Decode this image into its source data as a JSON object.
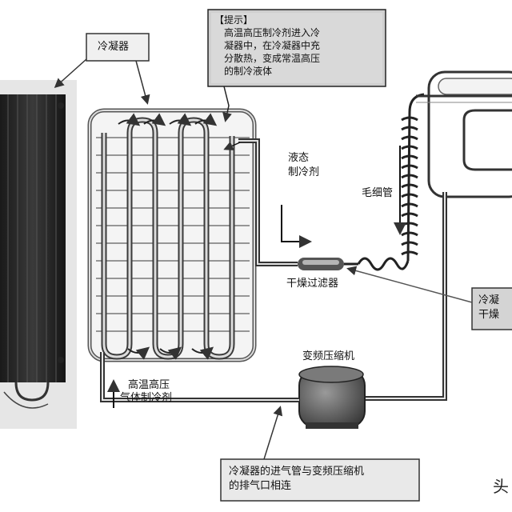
{
  "tip_box": {
    "title": "【提示】",
    "lines": [
      "高温高压制冷剂进入冷",
      "凝器中，在冷凝器中充",
      "分散热，变成常温高压",
      "的制冷液体"
    ]
  },
  "labels": {
    "condenser": "冷凝器",
    "liquid_refrigerant": [
      "液态",
      "制冷剂"
    ],
    "capillary": "毛细管",
    "dryer_filter": "干燥过滤器",
    "compressor": "变频压缩机",
    "hot_gas": [
      "高温高压",
      "气体制冷剂"
    ],
    "right_box": [
      "冷凝",
      "干燥"
    ]
  },
  "note_box": {
    "lines": [
      "冷凝器的进气管与变频压缩机",
      "的排气口相连"
    ]
  },
  "watermark": "头"
}
